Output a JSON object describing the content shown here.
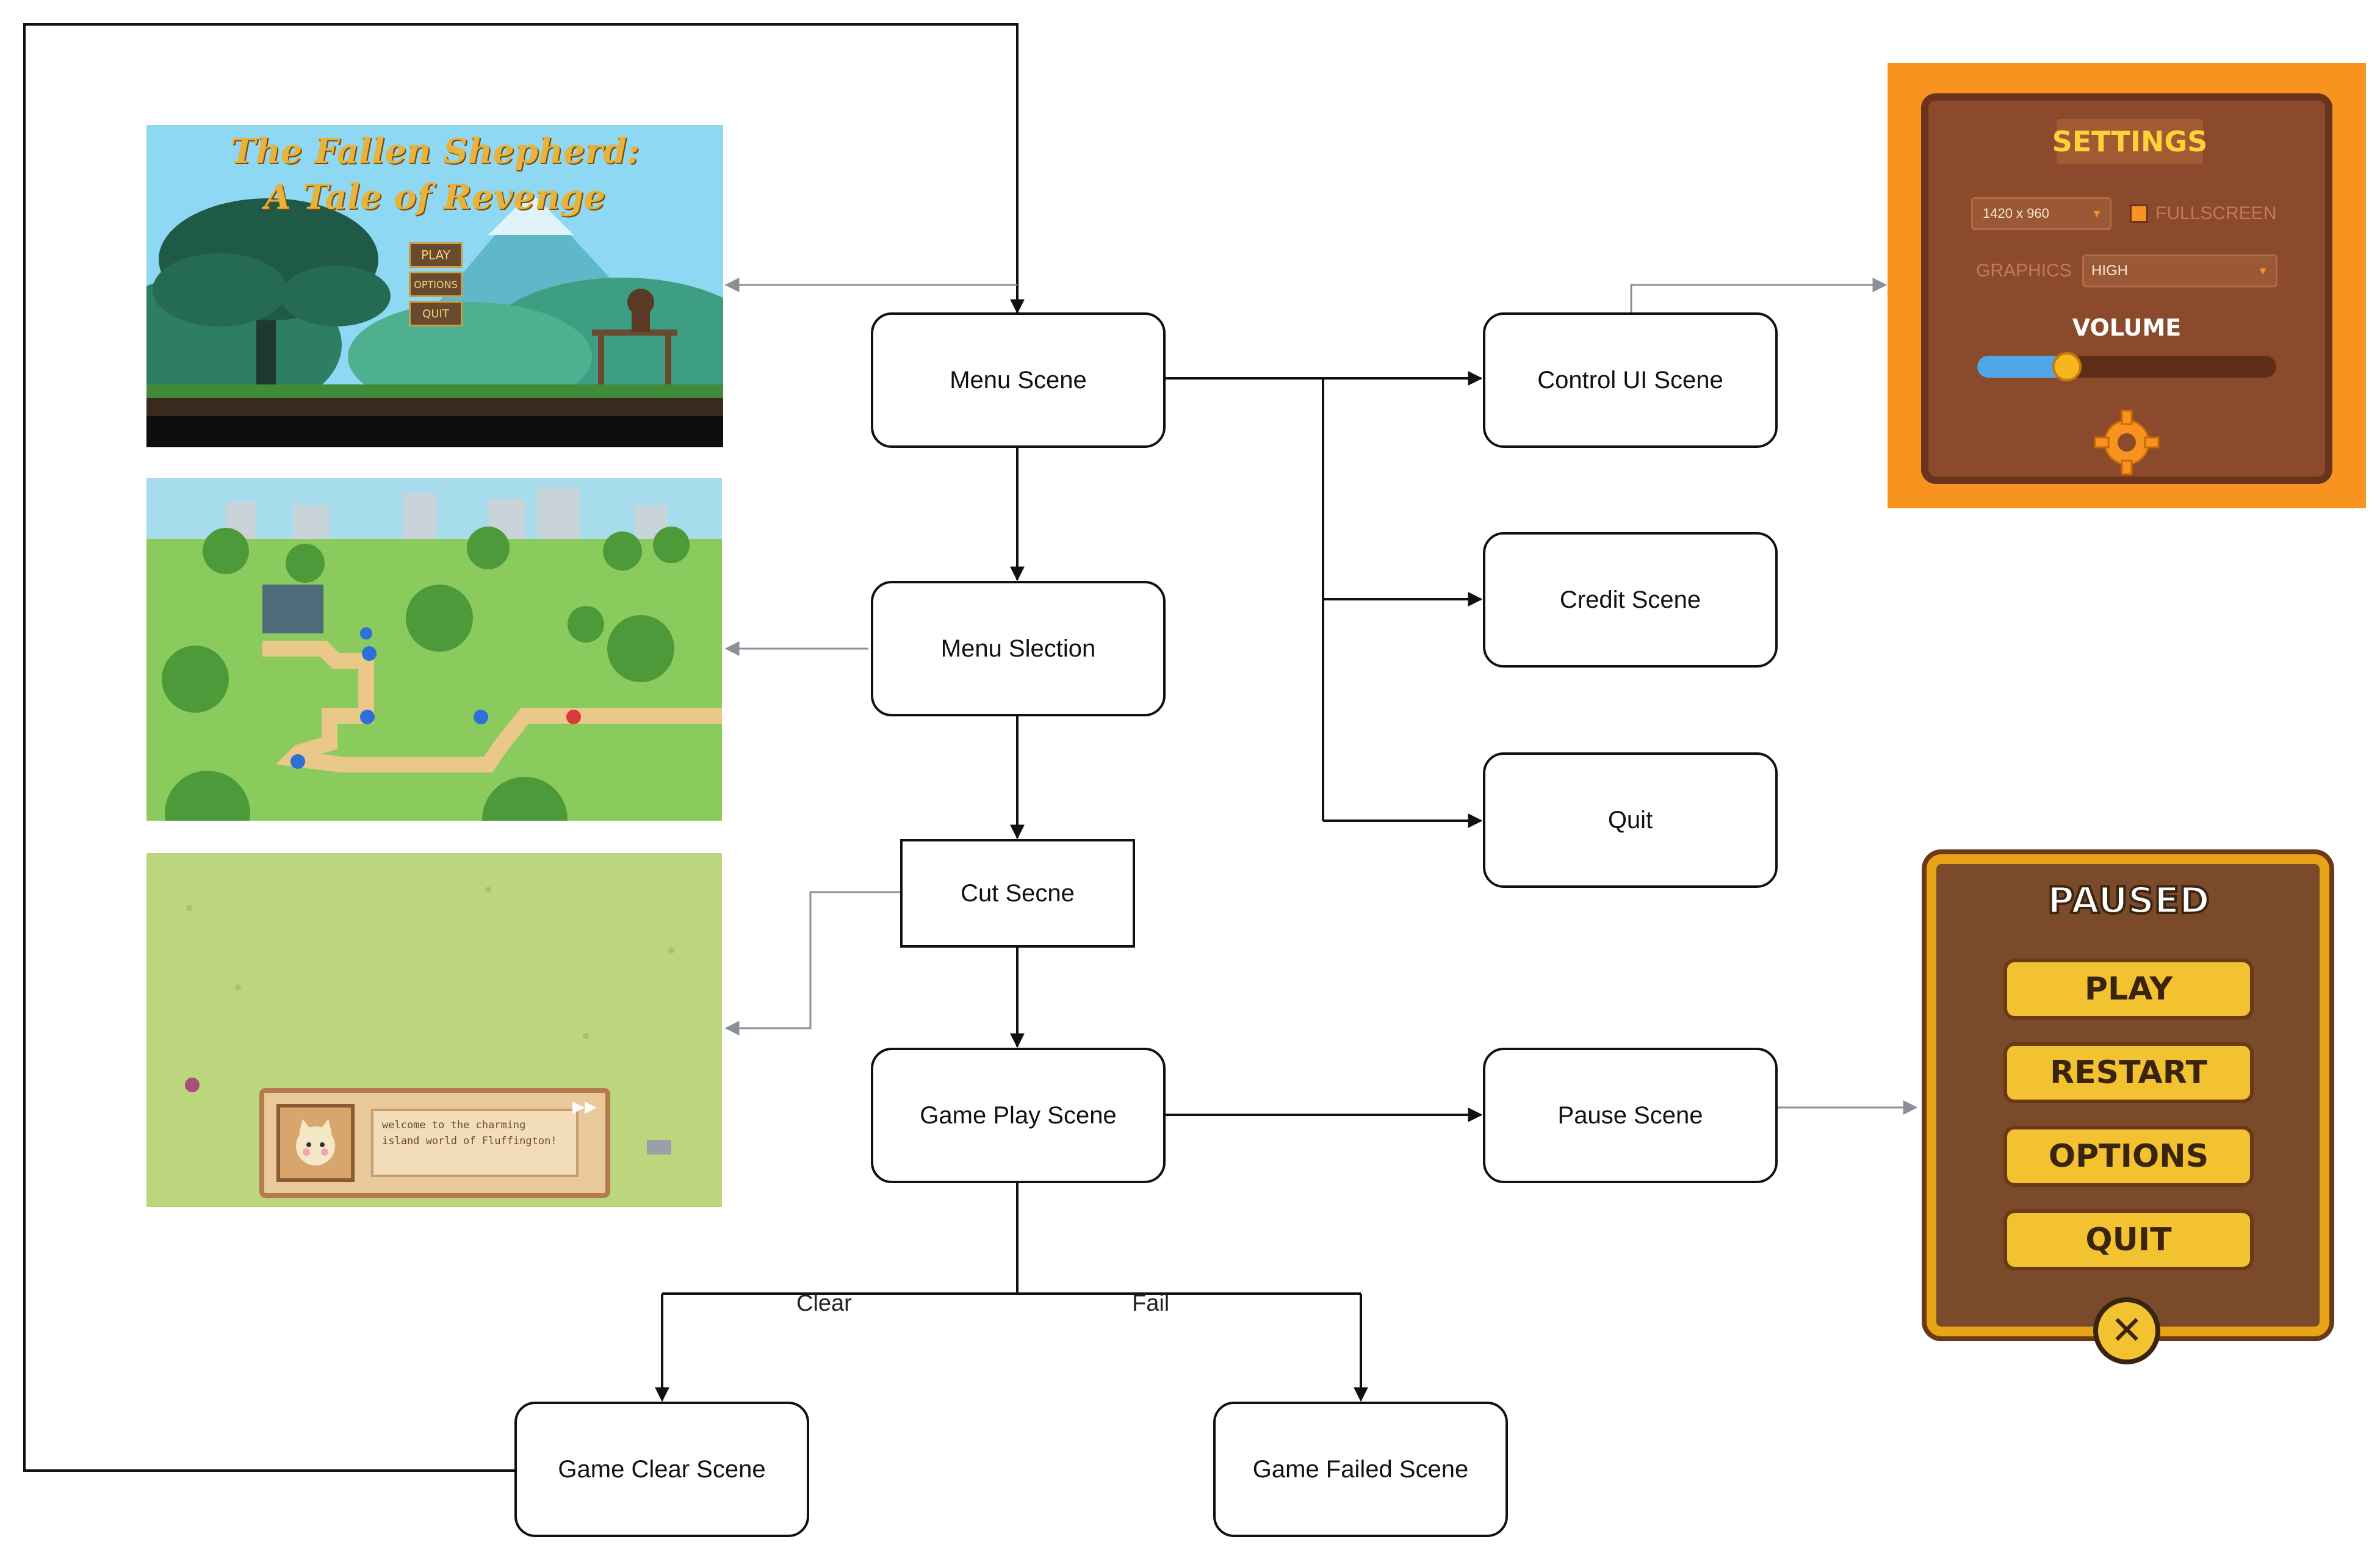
{
  "nodes": {
    "menu_scene": "Menu Scene",
    "menu_selection": "Menu Slection",
    "cut_scene": "Cut Secne",
    "game_play_scene": "Game Play Scene",
    "game_clear_scene": "Game Clear Scene",
    "game_failed_scene": "Game Failed Scene",
    "control_ui_scene": "Control UI Scene",
    "credit_scene": "Credit Scene",
    "quit": "Quit",
    "pause_scene": "Pause Scene"
  },
  "edge_labels": {
    "clear": "Clear",
    "fail": "Fail"
  },
  "menu_screenshot": {
    "title_line1": "The Fallen Shepherd:",
    "title_line2": "A Tale of Revenge",
    "buttons": [
      "PLAY",
      "OPTIONS",
      "QUIT"
    ]
  },
  "cutscene_screenshot": {
    "dialog_text": "welcome to the charming island world of Fluffington!"
  },
  "settings_panel": {
    "title": "SETTINGS",
    "resolution": "1420 x 960",
    "fullscreen_label": "FULLSCREEN",
    "graphics_label": "GRAPHICS",
    "graphics_value": "HIGH",
    "volume_label": "VOLUME",
    "volume_level": 0.3
  },
  "pause_panel": {
    "title": "PAUSED",
    "buttons": [
      "PLAY",
      "RESTART",
      "OPTIONS",
      "QUIT"
    ]
  },
  "colors": {
    "settings_bg": "#F7931E",
    "settings_panel": "#8B4A2B",
    "pause_frame": "#E8A317",
    "pause_button": "#F2C230"
  }
}
